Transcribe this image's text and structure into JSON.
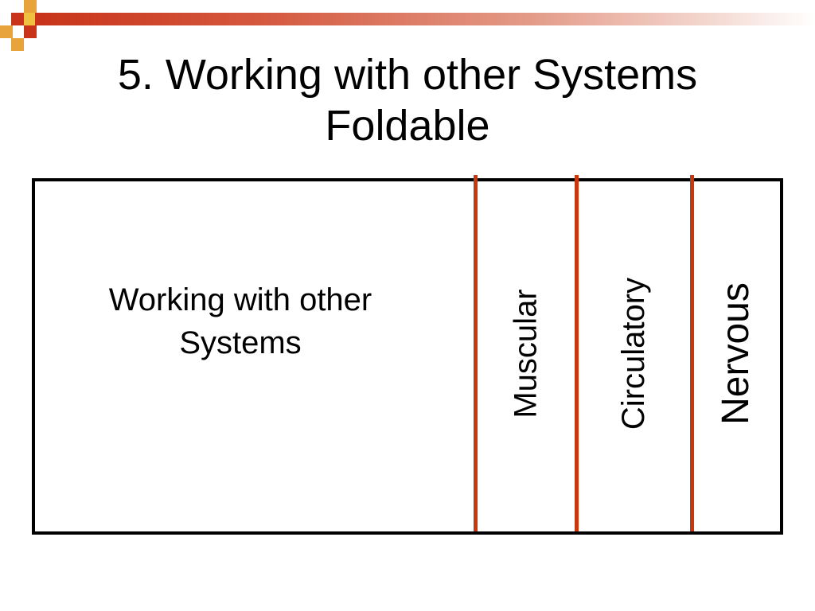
{
  "header": {
    "title_line1": "5. Working with other Systems",
    "title_line2": "Foldable",
    "accent_colors": [
      "#c8331a",
      "#e8a33a",
      "#f0c040"
    ]
  },
  "foldable": {
    "main_label_line1": "Working with other",
    "main_label_line2": "Systems",
    "tabs": [
      {
        "label": "Muscular"
      },
      {
        "label": "Circulatory"
      },
      {
        "label": "Nervous"
      }
    ],
    "divider_color": "#c8380e",
    "border_color": "#000000"
  }
}
